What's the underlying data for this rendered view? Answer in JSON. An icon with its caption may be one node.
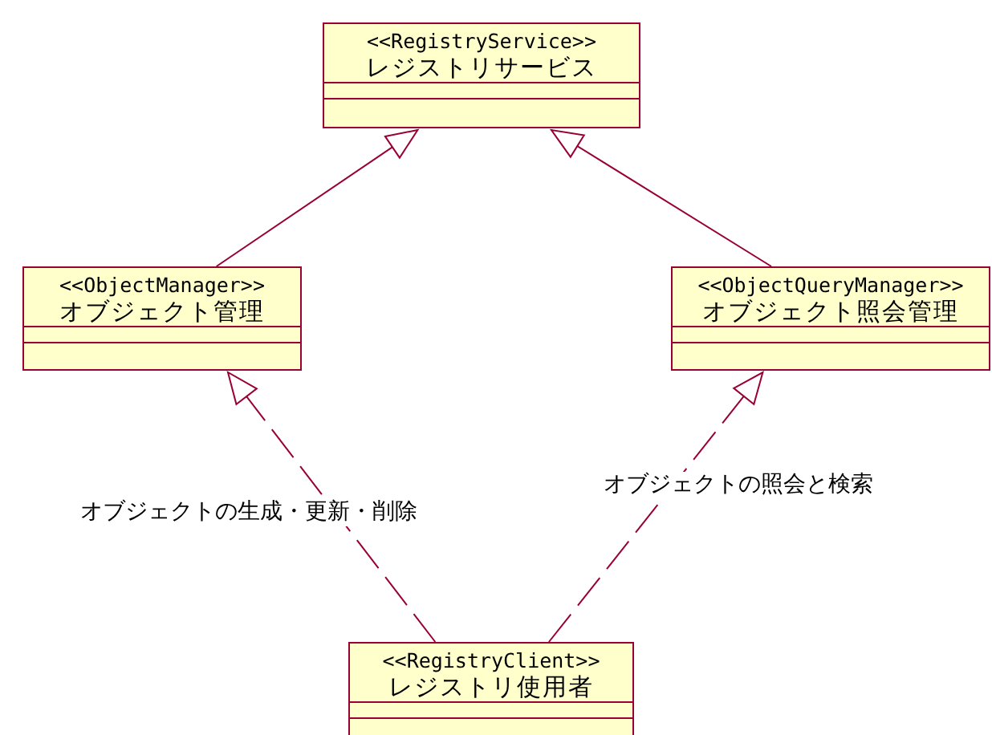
{
  "diagram": {
    "nodes": [
      {
        "text": [
          "<<RegistryService>>",
          "レジストリサービス"
        ]
      },
      {
        "text": [
          "<<ObjectManager>>",
          "オブジェクト管理"
        ]
      },
      {
        "text": [
          "<<ObjectQueryManager>>",
          "オブジェクト照会管理"
        ]
      },
      {
        "text": [
          "<<RegistryClient>>",
          "レジストリ使用者"
        ]
      }
    ],
    "edges": [
      {
        "from": 1,
        "to": 0,
        "arrow": "to"
      },
      {
        "from": 2,
        "to": 0,
        "arrow": "to"
      },
      {
        "from": 3,
        "to": 1,
        "arrow": "to",
        "style": "dashed",
        "label": "オブジェクトの生成・更新・削除"
      },
      {
        "from": 3,
        "to": 2,
        "arrow": "to",
        "style": "dashed",
        "label": "オブジェクトの照会と検索"
      }
    ]
  }
}
